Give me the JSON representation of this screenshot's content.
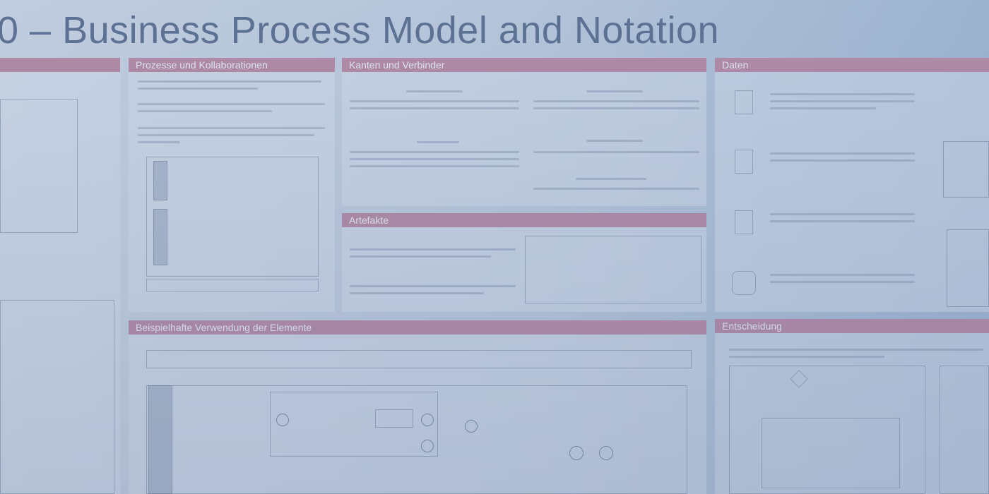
{
  "title": "0 – Business Process Model and Notation",
  "sections": {
    "prozesse": "Prozesse und Kollaborationen",
    "kanten": "Kanten und Verbinder",
    "daten": "Daten",
    "artefakte": "Artefakte",
    "beispiel": "Beispielhafte Verwendung der Elemente",
    "entscheidung": "Entscheidung"
  },
  "colors": {
    "header_bar": "#b48aa6",
    "title_text": "#5b6f92",
    "background": "#c7d3e3"
  }
}
